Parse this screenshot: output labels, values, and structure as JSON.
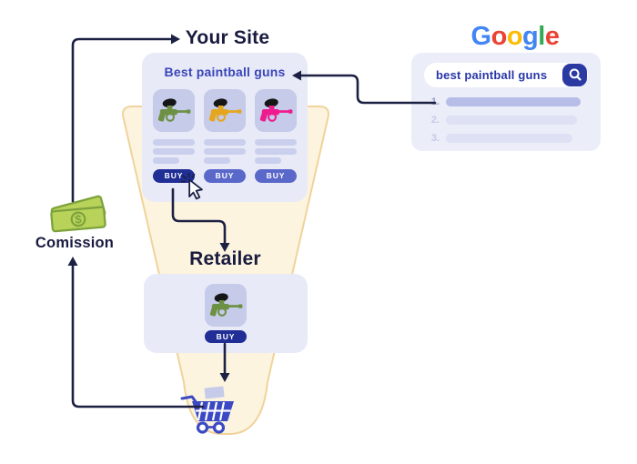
{
  "flow": {
    "your_site_label": "Your Site",
    "retailer_label": "Retailer",
    "commission_label": "Comission",
    "money_symbol": "$",
    "arrow_color": "#1c2144",
    "heading_color": "#181b3f"
  },
  "funnel": {
    "fill": "#fdf4df",
    "border": "#f0d39b"
  },
  "site_card": {
    "title": "Best paintball guns",
    "products": [
      {
        "name": "green paintball gun",
        "gun_color": "#6d9144",
        "buy_label": "BUY",
        "button_color": "#202e96",
        "clicked": true
      },
      {
        "name": "orange paintball gun",
        "gun_color": "#e5a61f",
        "buy_label": "BUY",
        "button_color": "#5a68ca",
        "clicked": false
      },
      {
        "name": "pink paintball gun",
        "gun_color": "#ee1b8e",
        "buy_label": "BUY",
        "button_color": "#5a68ca",
        "clicked": false
      }
    ]
  },
  "retailer_card": {
    "product": {
      "name": "green paintball gun",
      "gun_color": "#6d9144",
      "buy_label": "BUY",
      "button_color": "#202e96"
    }
  },
  "google": {
    "logo": [
      {
        "ch": "G",
        "color": "#4285F4"
      },
      {
        "ch": "o",
        "color": "#EA4335"
      },
      {
        "ch": "o",
        "color": "#FBBC05"
      },
      {
        "ch": "g",
        "color": "#4285F4"
      },
      {
        "ch": "l",
        "color": "#34A853"
      },
      {
        "ch": "e",
        "color": "#EA4335"
      }
    ],
    "search_query": "best paintball guns",
    "results": [
      {
        "number": "1.",
        "highlighted": true
      },
      {
        "number": "2.",
        "highlighted": false
      },
      {
        "number": "3.",
        "highlighted": false
      }
    ]
  },
  "icons": {
    "search": "magnifier-icon",
    "money": "dollar-bills-icon",
    "cart": "shopping-cart-icon",
    "cursor": "mouse-cursor-click-icon"
  }
}
